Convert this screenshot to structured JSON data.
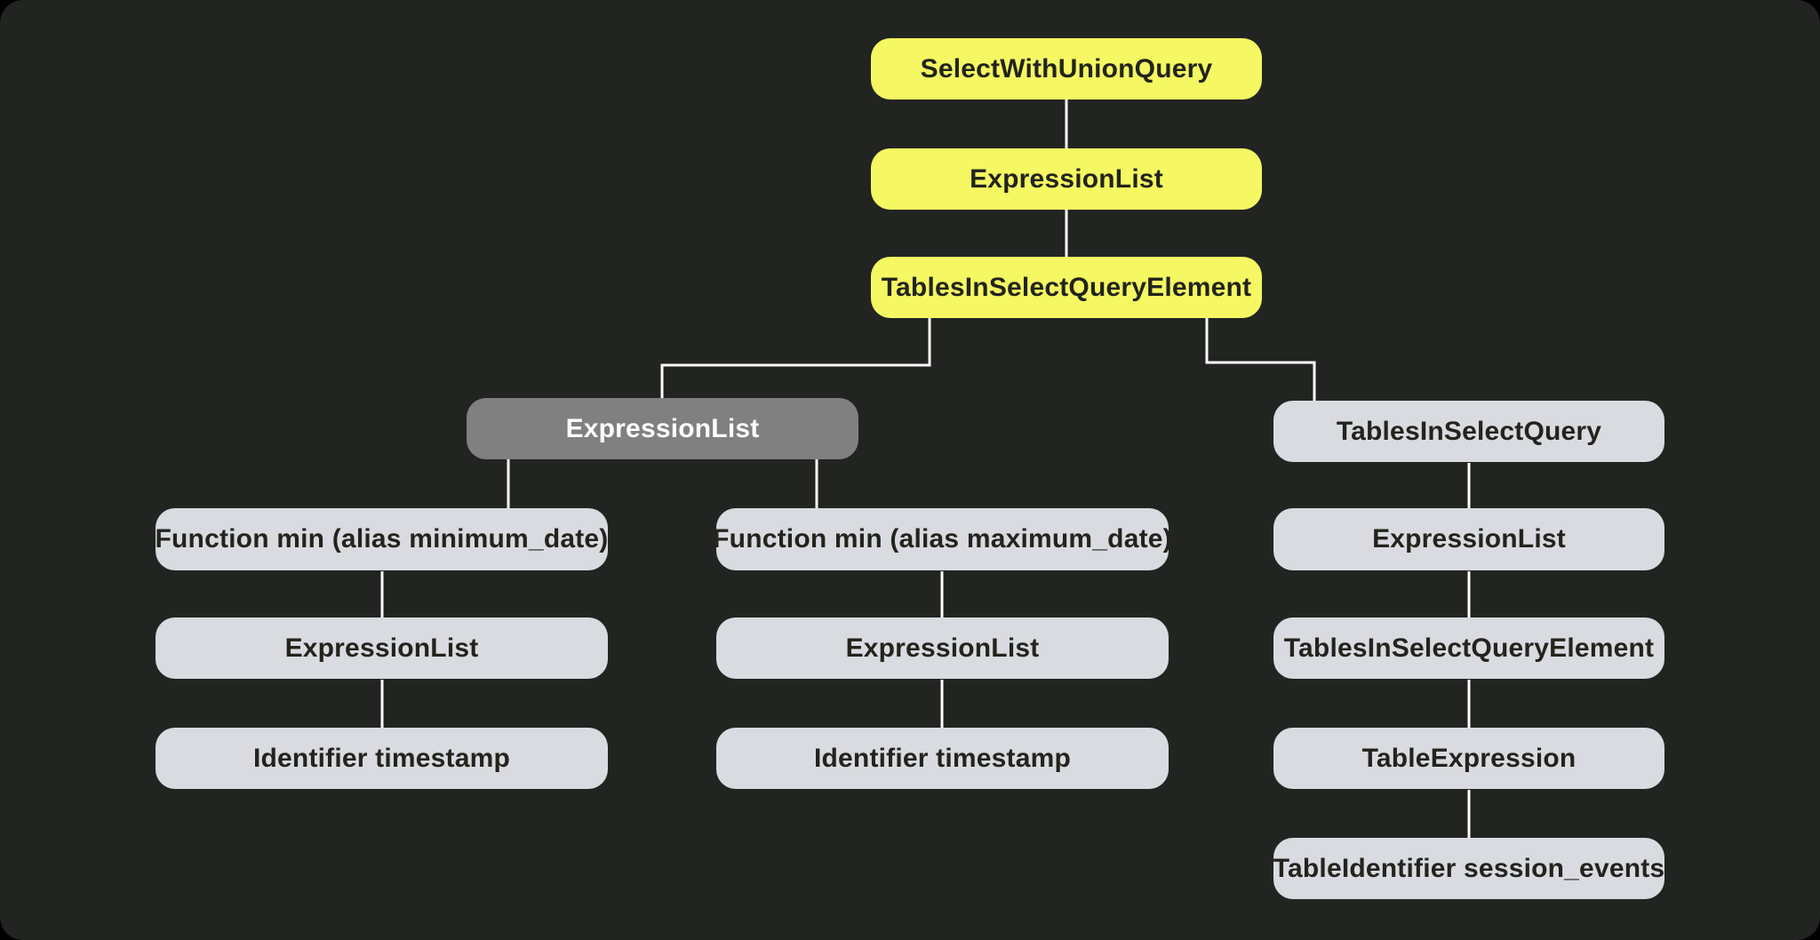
{
  "diagram": {
    "type": "ast-tree",
    "colors": {
      "background": "#212420",
      "outer_background": "#000000",
      "node_default": "#d9dbe1",
      "node_highlight_yellow": "#f5f862",
      "node_selected_gray": "#808080",
      "edge_line": "#fdfdfb",
      "text_dark": "#22241d",
      "text_light": "#ffffff"
    },
    "nodes": {
      "select_with_union_query": {
        "label": "SelectWithUnionQuery",
        "variant": "yellow"
      },
      "expression_list_top": {
        "label": "ExpressionList",
        "variant": "yellow"
      },
      "tables_in_select_query_element_top": {
        "label": "TablesInSelectQueryElement",
        "variant": "yellow"
      },
      "expression_list_selected": {
        "label": "ExpressionList",
        "variant": "selected-gray"
      },
      "tables_in_select_query": {
        "label": "TablesInSelectQuery",
        "variant": "default"
      },
      "function_min_minimum_date": {
        "label": "Function min (alias minimum_date)",
        "variant": "default"
      },
      "function_min_maximum_date": {
        "label": "Function min (alias maximum_date)",
        "variant": "default"
      },
      "expression_list_left": {
        "label": "ExpressionList",
        "variant": "default"
      },
      "expression_list_mid": {
        "label": "ExpressionList",
        "variant": "default"
      },
      "expression_list_right": {
        "label": "ExpressionList",
        "variant": "default"
      },
      "identifier_timestamp_left": {
        "label": "Identifier timestamp",
        "variant": "default"
      },
      "identifier_timestamp_mid": {
        "label": "Identifier timestamp",
        "variant": "default"
      },
      "tables_in_select_query_element_right": {
        "label": "TablesInSelectQueryElement",
        "variant": "default"
      },
      "table_expression": {
        "label": "TableExpression",
        "variant": "default"
      },
      "table_identifier_session_events": {
        "label": "TableIdentifier session_events",
        "variant": "default"
      }
    },
    "edges": [
      {
        "from": "select_with_union_query",
        "to": "expression_list_top"
      },
      {
        "from": "expression_list_top",
        "to": "tables_in_select_query_element_top"
      },
      {
        "from": "tables_in_select_query_element_top",
        "to": "expression_list_selected"
      },
      {
        "from": "tables_in_select_query_element_top",
        "to": "tables_in_select_query"
      },
      {
        "from": "expression_list_selected",
        "to": "function_min_minimum_date"
      },
      {
        "from": "expression_list_selected",
        "to": "function_min_maximum_date"
      },
      {
        "from": "function_min_minimum_date",
        "to": "expression_list_left"
      },
      {
        "from": "expression_list_left",
        "to": "identifier_timestamp_left"
      },
      {
        "from": "function_min_maximum_date",
        "to": "expression_list_mid"
      },
      {
        "from": "expression_list_mid",
        "to": "identifier_timestamp_mid"
      },
      {
        "from": "tables_in_select_query",
        "to": "expression_list_right"
      },
      {
        "from": "expression_list_right",
        "to": "tables_in_select_query_element_right"
      },
      {
        "from": "tables_in_select_query_element_right",
        "to": "table_expression"
      },
      {
        "from": "table_expression",
        "to": "table_identifier_session_events"
      }
    ]
  }
}
